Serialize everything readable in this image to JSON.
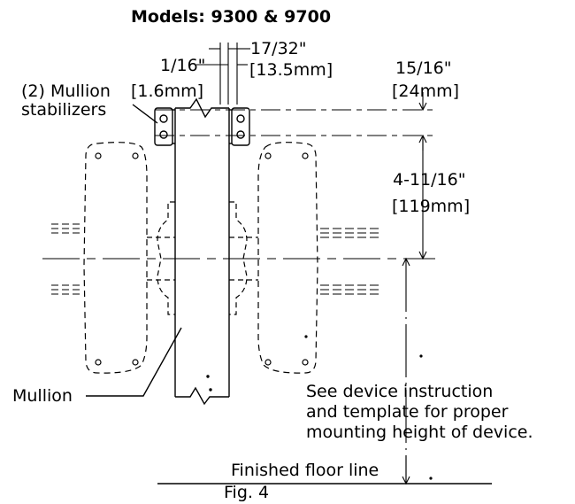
{
  "title": "Models: 9300 & 9700",
  "labels": {
    "mullion_stabilizers_1": "(2) Mullion",
    "mullion_stabilizers_2": "stabilizers",
    "gap_frac": "1/16\"",
    "gap_mm": "[1.6mm]",
    "offset_frac": "17/32\"",
    "offset_mm": "[13.5mm]",
    "stab_height_frac": "15/16\"",
    "stab_height_mm": "[24mm]",
    "center_frac": "4-11/16\"",
    "center_mm": "[119mm]",
    "mullion": "Mullion",
    "note_line1": "See device instruction",
    "note_line2": "and template for proper",
    "note_line3": "mounting height of device.",
    "floor_line": "Finished floor line",
    "figure": "Fig. 4"
  }
}
